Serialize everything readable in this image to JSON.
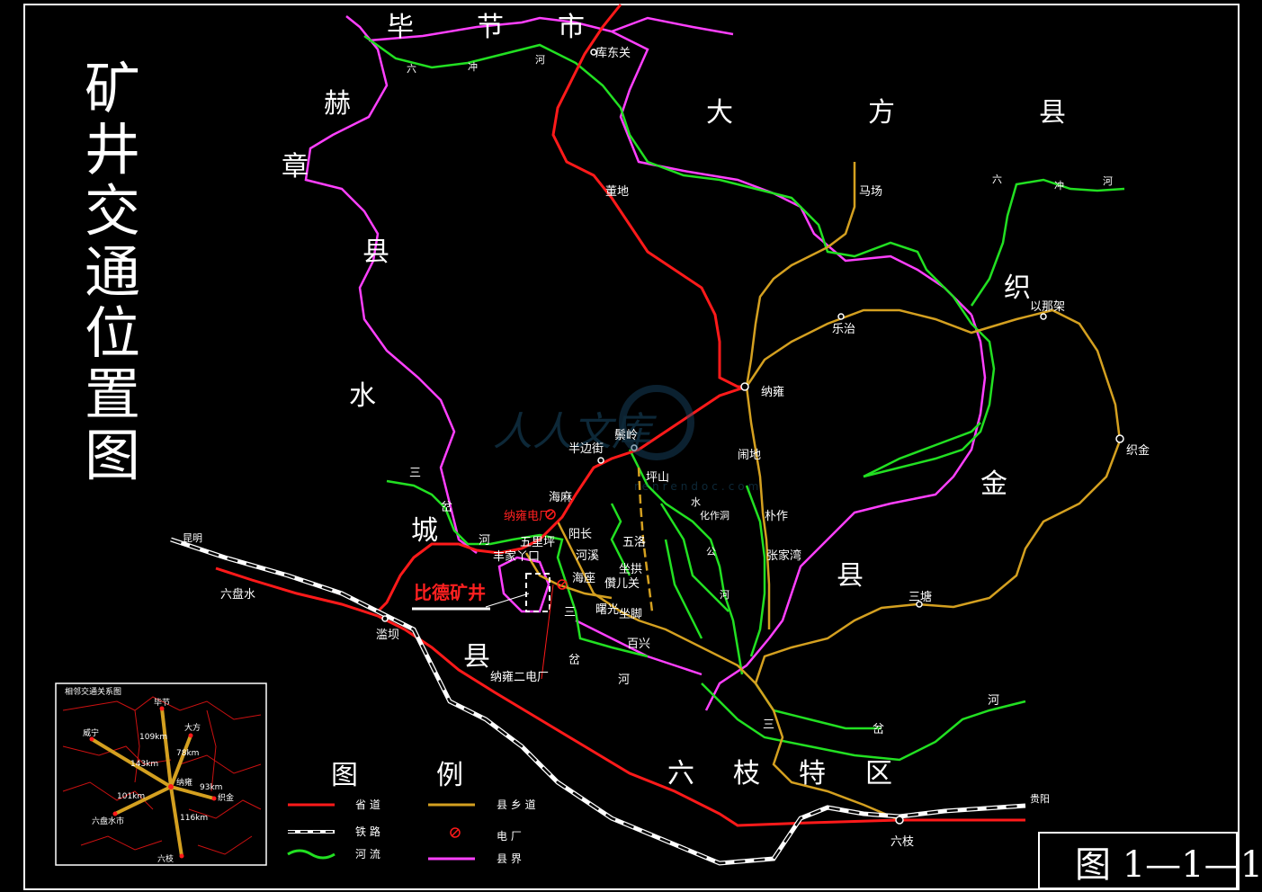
{
  "title": "矿井交通位置图",
  "figure_label": "图 1—1—1",
  "watermark": {
    "main": "人人文库",
    "sub": "renrendoc.com"
  },
  "mine_label": "比德矿井",
  "regions": {
    "bijie": "毕节市",
    "dafang": "大方县",
    "hezhang": [
      "赫",
      "章",
      "县"
    ],
    "shuicheng": [
      "水",
      "城",
      "县"
    ],
    "zhijin": [
      "织",
      "金",
      "县"
    ],
    "liuzhi": [
      "六",
      "枝",
      "特",
      "区"
    ]
  },
  "places": {
    "kudongguan": "库东关",
    "dongdi": "董地",
    "machang": "马场",
    "letian": "乐治",
    "yinaja": "以那架",
    "zhijin": "织金",
    "nayong": "纳雍",
    "naodi": "闹地",
    "puzuo": "朴作",
    "zhangjiawan": "张家湾",
    "santang": "三塘",
    "liuzhi": "六枝",
    "guiyang": "贵阳",
    "liupanshui": "六盘水",
    "kunming": "昆明",
    "lanba": "滥坝",
    "banbianjie": "半边街",
    "zongling": "鬃岭",
    "pingshan": "坪山",
    "huozhidong": "化作洞",
    "wulu": "五洛",
    "zuogong": "坐拱",
    "kuiyiguan": "儹儿关",
    "zuojiao": "坐脚",
    "baixing": "百兴",
    "xiaguang": "曙光",
    "haizuo": "海座",
    "hexi": "河溪",
    "yangchang": "阳长",
    "wulitong": "五里坪",
    "fengjiayakou": "丰家丫口",
    "nayong_power": "纳雍电厂",
    "nayong_power2": "纳雍二电厂",
    "haibian": "海麻"
  },
  "rivers": {
    "liuchong_top": [
      "六",
      "冲",
      "河"
    ],
    "liuchong_right": [
      "六",
      "冲",
      "河"
    ],
    "sancha_left": [
      "三",
      "岔",
      "河"
    ],
    "sancha_mid": [
      "三",
      "岔",
      "河"
    ],
    "sancha_bottom": [
      "三",
      "岔",
      "河"
    ],
    "shuigong": [
      "水",
      "公",
      "河"
    ]
  },
  "legend": {
    "title": [
      "图",
      "例"
    ],
    "items": [
      {
        "label": "省    道",
        "type": "provincial-road",
        "color": "#ff1a1a"
      },
      {
        "label": "县 乡 道",
        "type": "county-road",
        "color": "#d4a020"
      },
      {
        "label": "铁    路",
        "type": "railway",
        "color": "#ffffff"
      },
      {
        "label": "电    厂",
        "type": "power-plant",
        "color": "#ff1a1a"
      },
      {
        "label": "河    流",
        "type": "river",
        "color": "#22e022"
      },
      {
        "label": "县    界",
        "type": "county-boundary",
        "color": "#ff40ff"
      }
    ]
  },
  "inset": {
    "title": "相邻交通关系图",
    "center": "纳雍",
    "towns": [
      "毕节",
      "大方",
      "威宁",
      "织金",
      "六盘水市",
      "六枝"
    ],
    "distances": [
      "109km",
      "78km",
      "143km",
      "93km",
      "101km",
      "116km"
    ]
  },
  "colors": {
    "provincial_road": "#ff1a1a",
    "county_road": "#d4a020",
    "river": "#22e022",
    "county_boundary": "#ff40ff",
    "railway": "#ffffff",
    "frame": "#ffffff",
    "mine_label": "#ff2020",
    "inset_boundary": "#cc1111"
  }
}
